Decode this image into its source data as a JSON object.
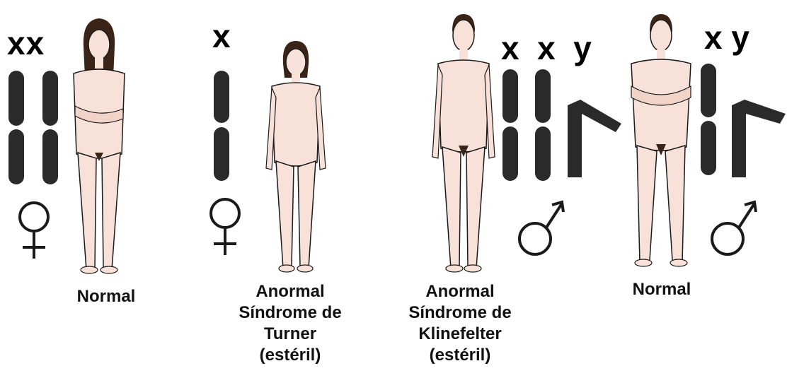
{
  "diagram": {
    "panels": [
      {
        "id": "female-normal",
        "chromosome_label": "xx",
        "sex_symbol": "female-symbol",
        "figure": "female-body-icon",
        "caption": [
          "Normal"
        ]
      },
      {
        "id": "turner",
        "chromosome_label": "x",
        "sex_symbol": "female-symbol",
        "figure": "female-body-icon",
        "caption": [
          "Anormal",
          "Síndrome de",
          "Turner",
          "(estéril)"
        ]
      },
      {
        "id": "klinefelter",
        "chromosome_label": "x  x  y",
        "sex_symbol": "male-symbol",
        "figure": "male-body-icon",
        "caption": [
          "Anormal",
          "Síndrome de",
          "Klinefelter",
          "(estéril)"
        ]
      },
      {
        "id": "male-normal",
        "chromosome_label": "x y",
        "sex_symbol": "male-symbol",
        "figure": "male-body-icon",
        "caption": [
          "Normal"
        ]
      }
    ],
    "colors": {
      "skin": "#f8e1d8",
      "chromosome": "#2a2a2a",
      "outline": "#1a1a1a",
      "hair": "#3a2418"
    }
  }
}
